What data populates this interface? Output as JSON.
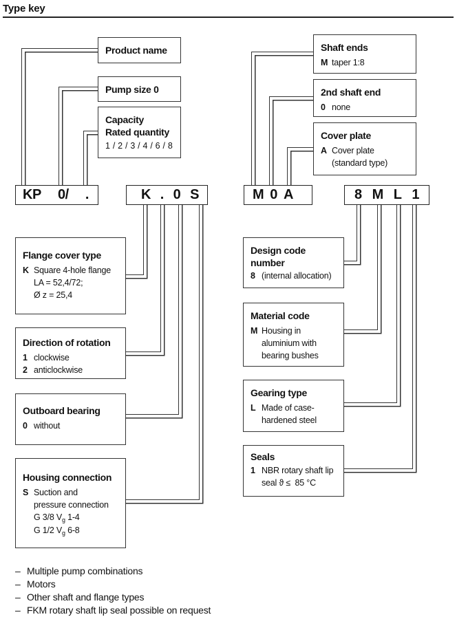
{
  "title": "Type key",
  "boxes": {
    "product_name": {
      "title": "Product name"
    },
    "pump_size": {
      "title": "Pump size 0"
    },
    "capacity": {
      "title": "Capacity",
      "title2": "Rated quantity",
      "values": "1 / 2 / 3 / 4 / 6 / 8"
    },
    "shaft_ends": {
      "title": "Shaft ends",
      "code": "M",
      "text": "taper 1:8"
    },
    "second_shaft_end": {
      "title": "2nd shaft end",
      "code": "0",
      "text": "none"
    },
    "cover_plate": {
      "title": "Cover plate",
      "code": "A",
      "text": "Cover plate",
      "note": "(standard type)"
    },
    "flange_cover": {
      "title": "Flange cover type",
      "code": "K",
      "line1": "Square 4-hole flange",
      "line2": "LA = 52,4/72;",
      "line3": "Ø z = 25,4"
    },
    "direction": {
      "title": "Direction of rotation",
      "rows": [
        {
          "code": "1",
          "text": "clockwise"
        },
        {
          "code": "2",
          "text": "anticlockwise"
        }
      ]
    },
    "outboard": {
      "title": "Outboard bearing",
      "code": "0",
      "text": "without"
    },
    "housing": {
      "title": "Housing connection",
      "code": "S",
      "line1": "Suction and",
      "line2": "pressure connection",
      "line3_pre": "G 3/8 V",
      "line3_sub": "g",
      "line3_post": " 1-4",
      "line4_pre": "G 1/2 V",
      "line4_sub": "g",
      "line4_post": " 6-8"
    },
    "design_code": {
      "title": "Design code",
      "title2": "number",
      "code": "8",
      "text": "(internal allocation)"
    },
    "material_code": {
      "title": "Material code",
      "code": "M",
      "line1": "Housing in",
      "line2": "aluminium with",
      "line3": "bearing bushes"
    },
    "gearing_type": {
      "title": "Gearing type",
      "code": "L",
      "line1": "Made of case-",
      "line2": "hardened steel"
    },
    "seals": {
      "title": "Seals",
      "code": "1",
      "line1": "NBR rotary shaft lip",
      "line2": "seal ϑ ≤  85 °C"
    }
  },
  "code_row": {
    "group1": [
      "KP",
      "0/",
      "."
    ],
    "group2": [
      "K",
      ".",
      "0",
      "S"
    ],
    "group3": [
      "M",
      "0",
      "A"
    ],
    "group4": [
      "8",
      "M",
      "L",
      "1"
    ]
  },
  "notes": {
    "dash": "–",
    "items": [
      "Multiple pump combinations",
      "Motors",
      "Other shaft and flange types",
      "FKM rotary shaft lip seal possible on request"
    ]
  }
}
